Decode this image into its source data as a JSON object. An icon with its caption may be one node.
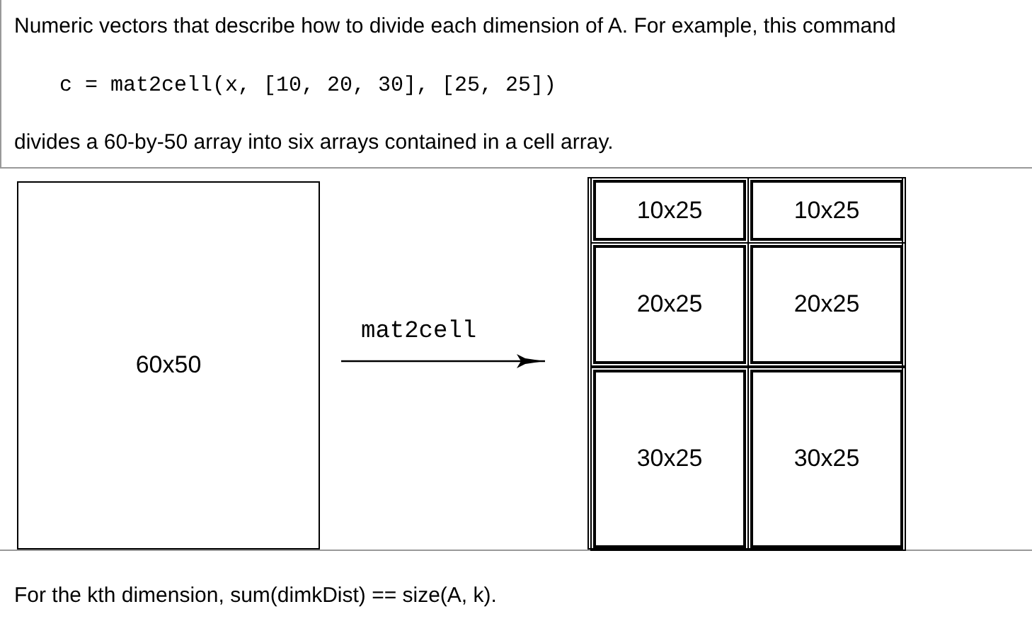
{
  "diagram": {
    "nodes": [
      {
        "text": [
          "60x50"
        ]
      },
      {
        "text": [],
        "shape": "box"
      },
      {
        "text": [
          "10x25"
        ],
        "in": 1
      },
      {
        "text": [
          "10x25"
        ],
        "in": 1
      },
      {
        "text": [
          "20x25"
        ],
        "in": 1
      },
      {
        "text": [
          "20x25"
        ],
        "in": 1
      },
      {
        "text": [
          "30x25"
        ],
        "in": 1
      },
      {
        "text": [
          "30x25"
        ],
        "in": 1
      }
    ],
    "edges": [
      {
        "from": 0,
        "to": 1,
        "arrow": "to",
        "label": "mat2cell"
      }
    ],
    "labels": [
      "Numeric vectors that describe how to divide each dimension of A. For example, this command",
      "c = mat2cell(x, [10, 20, 30], [25, 25])",
      "divides a 60-by-50 array into six arrays contained in a cell array.",
      "For the kth dimension, sum(dimkDist) == size(A, k)."
    ]
  }
}
